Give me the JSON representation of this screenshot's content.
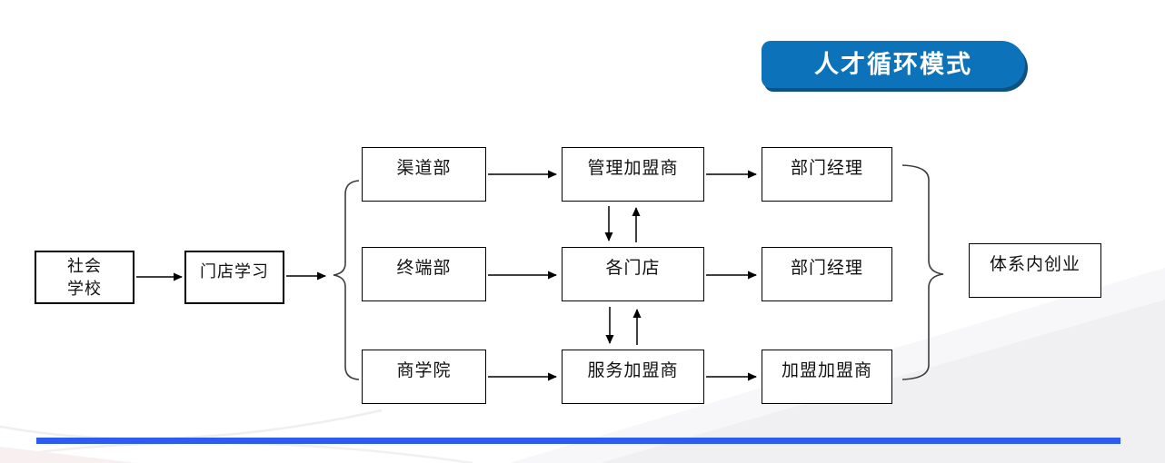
{
  "banner": {
    "title": "人才循环模式"
  },
  "nodes": {
    "entry": [
      {
        "label": "社会\n学校"
      },
      {
        "label": "门店学习"
      }
    ],
    "rows": [
      {
        "source": "渠道部",
        "hub": "管理加盟商",
        "result": "部门经理"
      },
      {
        "source": "终端部",
        "hub": "各门店",
        "result": "部门经理"
      },
      {
        "source": "商学院",
        "hub": "服务加盟商",
        "result": "加盟加盟商"
      }
    ],
    "outcome": {
      "label": "体系内创业"
    }
  },
  "colors": {
    "banner_blue": "#0C73BA",
    "banner_shadow": "#10527F",
    "bottom_bar_blue": "#2E5BF0",
    "box_border": "#000000",
    "brace_gray": "#3D3D3D"
  }
}
